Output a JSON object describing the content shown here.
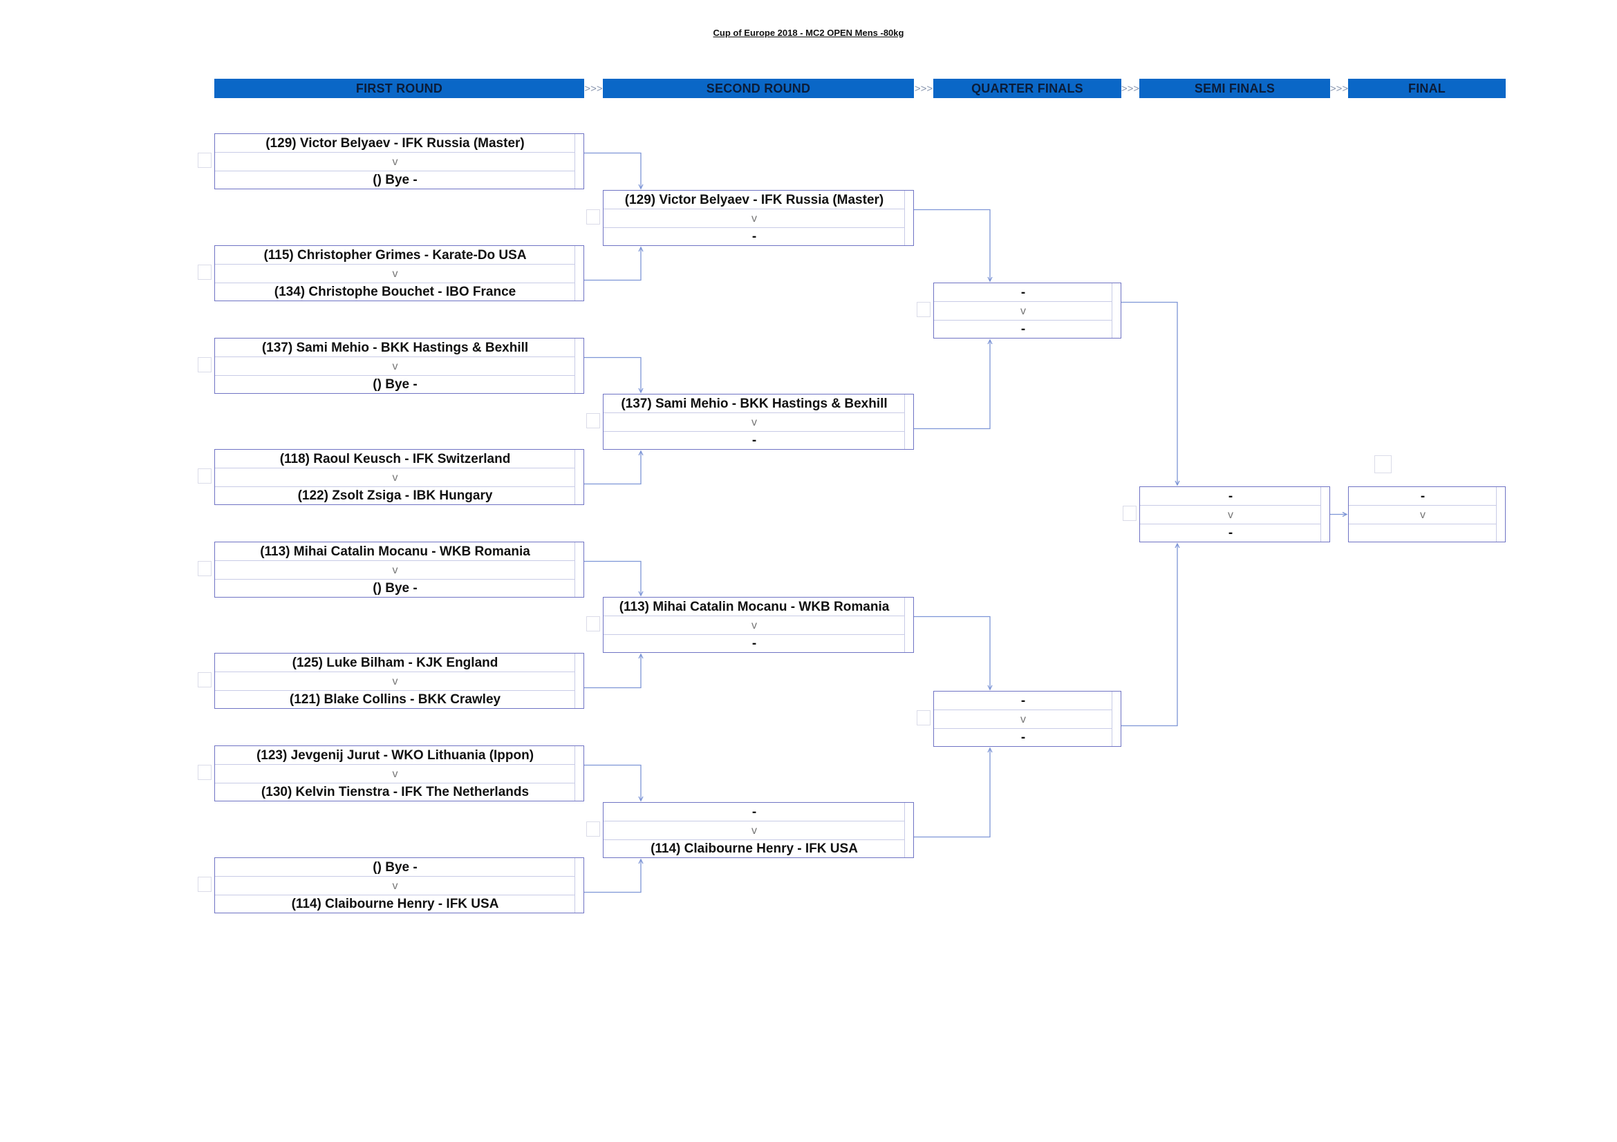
{
  "title": "Cup of Europe 2018 - MC2 OPEN Mens -80kg",
  "rounds": [
    "FIRST ROUND",
    "SECOND ROUND",
    "QUARTER FINALS",
    "SEMI FINALS",
    "FINAL"
  ],
  "separator": ">>>",
  "vs": "v",
  "first_round": [
    {
      "top": "(129) Victor Belyaev - IFK Russia (Master)",
      "bottom": "() Bye -"
    },
    {
      "top": "(115) Christopher Grimes - Karate-Do USA",
      "bottom": "(134) Christophe Bouchet - IBO France"
    },
    {
      "top": "(137) Sami Mehio - BKK Hastings & Bexhill",
      "bottom": "() Bye -"
    },
    {
      "top": "(118) Raoul Keusch - IFK Switzerland",
      "bottom": "(122) Zsolt Zsiga - IBK Hungary"
    },
    {
      "top": "(113) Mihai Catalin Mocanu - WKB Romania",
      "bottom": "() Bye -"
    },
    {
      "top": "(125) Luke Bilham - KJK England",
      "bottom": "(121) Blake Collins - BKK Crawley"
    },
    {
      "top": "(123) Jevgenij Jurut - WKO Lithuania (Ippon)",
      "bottom": "(130) Kelvin Tienstra - IFK The Netherlands"
    },
    {
      "top": "() Bye -",
      "bottom": "(114) Claibourne Henry - IFK USA"
    }
  ],
  "second_round": [
    {
      "top": "(129) Victor Belyaev - IFK Russia (Master)",
      "bottom": "-"
    },
    {
      "top": "(137) Sami Mehio - BKK Hastings & Bexhill",
      "bottom": "-"
    },
    {
      "top": "(113) Mihai Catalin Mocanu - WKB Romania",
      "bottom": "-"
    },
    {
      "top": "-",
      "bottom": "(114) Claibourne Henry - IFK USA"
    }
  ],
  "quarter_finals": [
    {
      "top": "-",
      "bottom": "-"
    },
    {
      "top": "-",
      "bottom": "-"
    }
  ],
  "semi_finals": [
    {
      "top": "-",
      "bottom": "-"
    }
  ],
  "final": [
    {
      "top": "-",
      "bottom": ""
    }
  ]
}
